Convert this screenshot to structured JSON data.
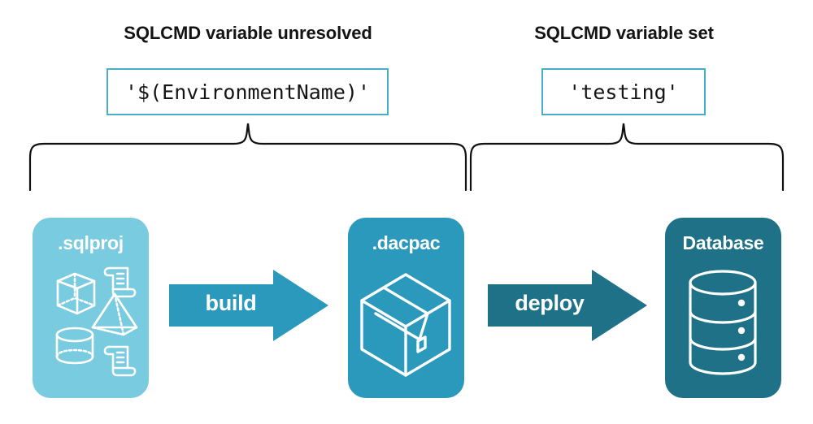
{
  "diagram": {
    "title_left": "SQLCMD variable unresolved",
    "title_right": "SQLCMD variable set",
    "code_left": "'$(EnvironmentName)'",
    "code_right": "'testing'",
    "stages": [
      {
        "label": ".sqlproj",
        "icon": "project-objects-icon",
        "color": "#79CBDF"
      },
      {
        "label": ".dacpac",
        "icon": "package-box-icon",
        "color": "#2B99BC"
      },
      {
        "label": "Database",
        "icon": "database-cylinder-icon",
        "color": "#1E7186"
      }
    ],
    "arrows": [
      {
        "label": "build",
        "color": "#2B99BC"
      },
      {
        "label": "deploy",
        "color": "#1E7186"
      }
    ],
    "colors": {
      "code_box_border": "#4AAEC8",
      "brace_stroke": "#111111",
      "text": "#141414",
      "background": "#ffffff"
    }
  }
}
